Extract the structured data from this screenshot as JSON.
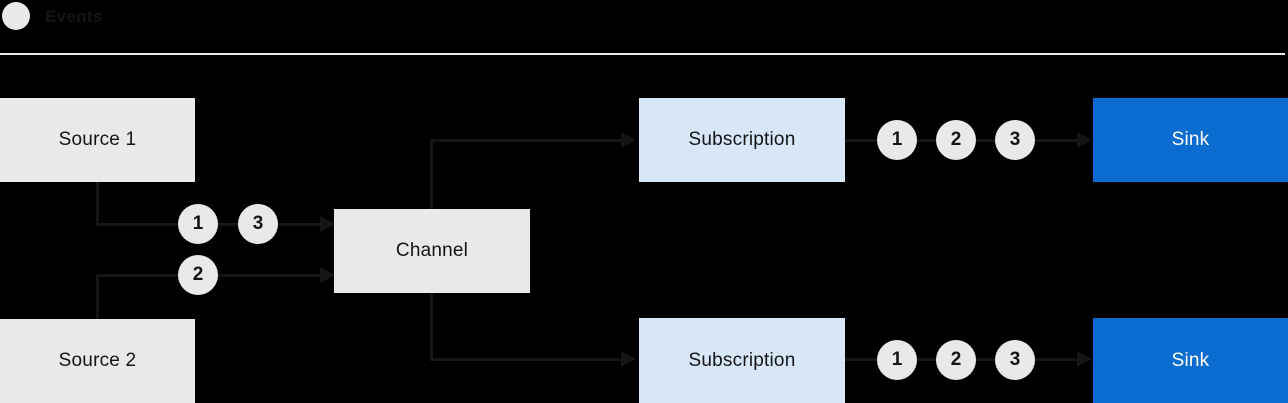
{
  "colors": {
    "background": "#000000",
    "node_gray": "#e9e9e9",
    "node_blue_light": "#d7e7f8",
    "node_blue": "#0a6bd0",
    "line": "#151515",
    "text_dark": "#151515",
    "text_light": "#ffffff",
    "divider": "#ebebeb",
    "event_circle_bg": "#e9e9e9"
  },
  "legend": {
    "label": "Events",
    "icon": "event-circle-icon"
  },
  "nodes": {
    "source1": {
      "label": "Source 1"
    },
    "source2": {
      "label": "Source 2"
    },
    "channel": {
      "label": "Channel"
    },
    "subscription_top": {
      "label": "Subscription"
    },
    "subscription_bottom": {
      "label": "Subscription"
    },
    "sink_top": {
      "label": "Sink"
    },
    "sink_bottom": {
      "label": "Sink"
    }
  },
  "events": {
    "source1_to_channel": [
      "1",
      "3"
    ],
    "source2_to_channel": [
      "2"
    ],
    "subscription_top_to_sink": [
      "1",
      "2",
      "3"
    ],
    "subscription_bottom_to_sink": [
      "1",
      "2",
      "3"
    ]
  }
}
